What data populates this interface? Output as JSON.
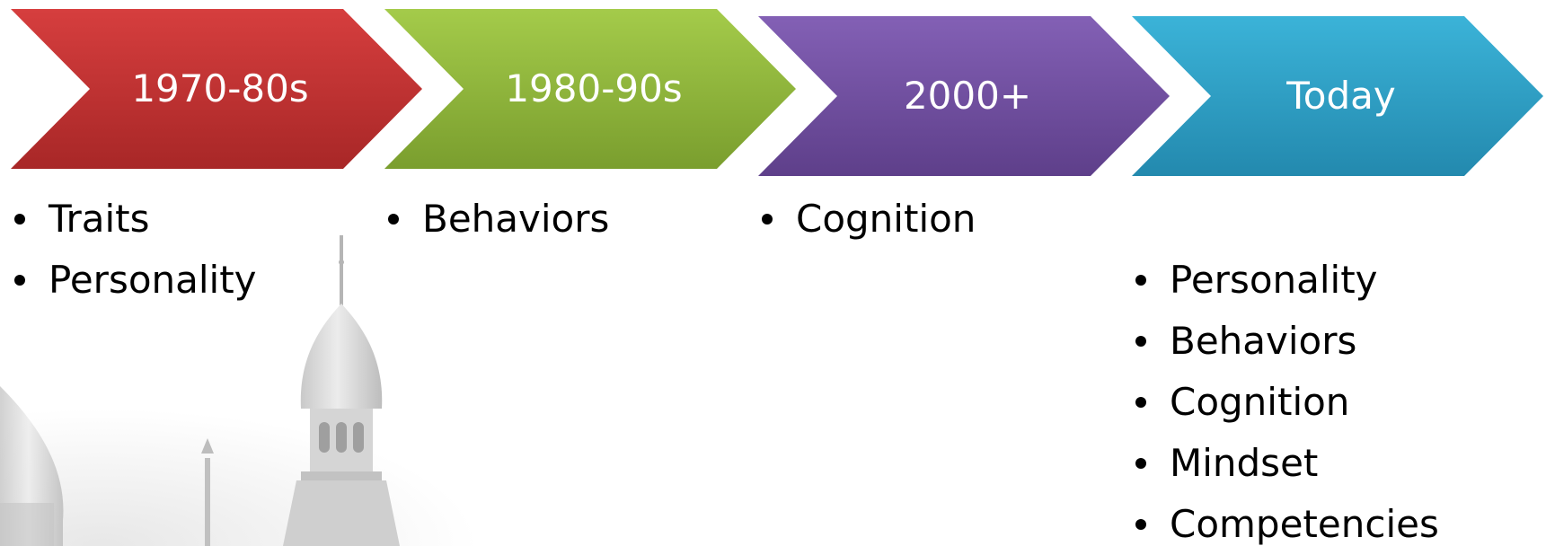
{
  "stages": [
    {
      "label": "1970-80s",
      "color_top": "#d63e3e",
      "color_bottom": "#a82727",
      "items": [
        "Traits",
        "Personality"
      ]
    },
    {
      "label": "1980-90s",
      "color_top": "#a4cb4a",
      "color_bottom": "#7a9e2e",
      "items": [
        "Behaviors"
      ]
    },
    {
      "label": "2000+",
      "color_top": "#8360b5",
      "color_bottom": "#5e3f8a",
      "items": [
        "Cognition"
      ]
    },
    {
      "label": "Today",
      "color_top": "#3bb3d8",
      "color_bottom": "#2389ae",
      "items": [
        "Personality",
        "Behaviors",
        "Cognition",
        "Mindset",
        "Competencies"
      ]
    }
  ]
}
